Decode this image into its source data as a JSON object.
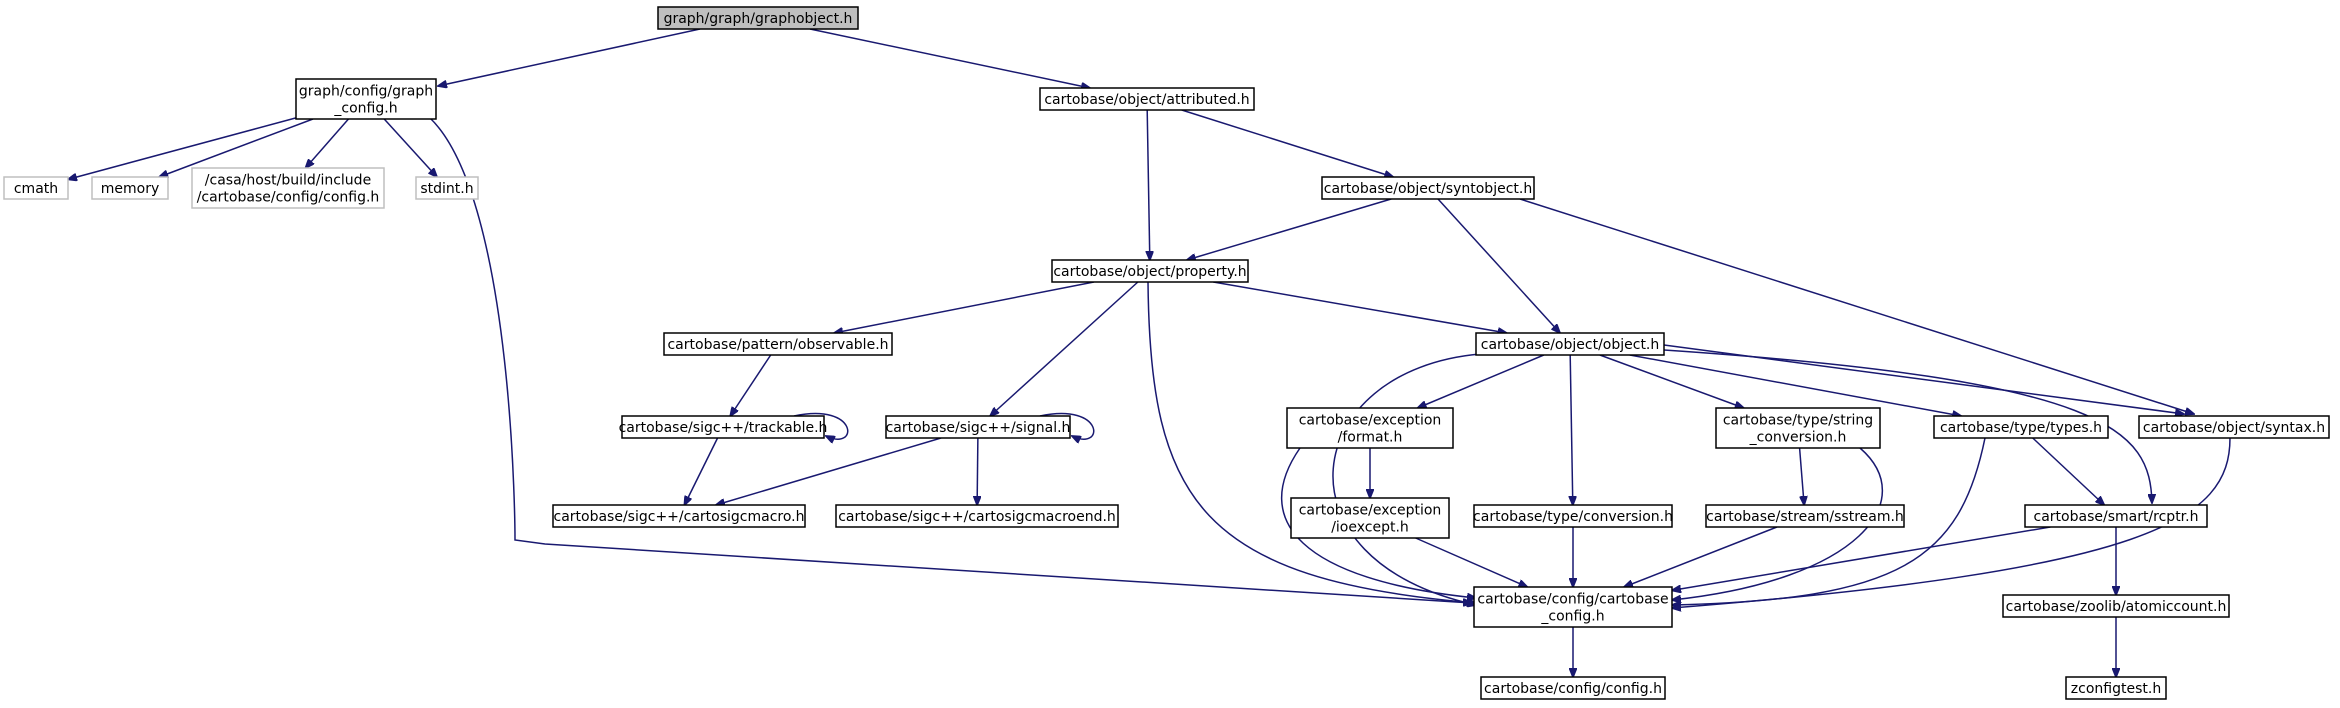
{
  "diagram": {
    "colors": {
      "edge": "#191970",
      "root_fill": "#bfbfbf",
      "external_border": "#bfbfbf",
      "node_border": "#000000"
    },
    "nodes": {
      "graphobject": {
        "lines": [
          "graph/graph/graphobject.h"
        ],
        "root": true
      },
      "graph_config": {
        "lines": [
          "graph/config/graph",
          "_config.h"
        ]
      },
      "attributed": {
        "lines": [
          "cartobase/object/attributed.h"
        ]
      },
      "cmath": {
        "lines": [
          "cmath"
        ],
        "external": true
      },
      "memory": {
        "lines": [
          "memory"
        ],
        "external": true
      },
      "casa_config": {
        "lines": [
          "/casa/host/build/include",
          "/cartobase/config/config.h"
        ],
        "external": true
      },
      "stdint": {
        "lines": [
          "stdint.h"
        ],
        "external": true
      },
      "syntobject": {
        "lines": [
          "cartobase/object/syntobject.h"
        ]
      },
      "property": {
        "lines": [
          "cartobase/object/property.h"
        ]
      },
      "observable": {
        "lines": [
          "cartobase/pattern/observable.h"
        ]
      },
      "object": {
        "lines": [
          "cartobase/object/object.h"
        ]
      },
      "trackable": {
        "lines": [
          "cartobase/sigc++/trackable.h"
        ]
      },
      "signal": {
        "lines": [
          "cartobase/sigc++/signal.h"
        ]
      },
      "format": {
        "lines": [
          "cartobase/exception",
          "/format.h"
        ]
      },
      "string_conversion": {
        "lines": [
          "cartobase/type/string",
          "_conversion.h"
        ]
      },
      "types": {
        "lines": [
          "cartobase/type/types.h"
        ]
      },
      "syntax": {
        "lines": [
          "cartobase/object/syntax.h"
        ]
      },
      "cartosigcmacro": {
        "lines": [
          "cartobase/sigc++/cartosigcmacro.h"
        ]
      },
      "cartosigcmacroend": {
        "lines": [
          "cartobase/sigc++/cartosigcmacroend.h"
        ]
      },
      "ioexcept": {
        "lines": [
          "cartobase/exception",
          "/ioexcept.h"
        ]
      },
      "conversion": {
        "lines": [
          "cartobase/type/conversion.h"
        ]
      },
      "sstream": {
        "lines": [
          "cartobase/stream/sstream.h"
        ]
      },
      "rcptr": {
        "lines": [
          "cartobase/smart/rcptr.h"
        ]
      },
      "cartobase_config": {
        "lines": [
          "cartobase/config/cartobase",
          "_config.h"
        ]
      },
      "atomiccount": {
        "lines": [
          "cartobase/zoolib/atomiccount.h"
        ]
      },
      "config": {
        "lines": [
          "cartobase/config/config.h"
        ]
      },
      "zconfigtest": {
        "lines": [
          "zconfigtest.h"
        ]
      }
    },
    "edges": [
      [
        "graphobject",
        "graph_config"
      ],
      [
        "graphobject",
        "attributed"
      ],
      [
        "graph_config",
        "cmath"
      ],
      [
        "graph_config",
        "memory"
      ],
      [
        "graph_config",
        "casa_config"
      ],
      [
        "graph_config",
        "stdint"
      ],
      [
        "graph_config",
        "cartobase_config"
      ],
      [
        "attributed",
        "syntobject"
      ],
      [
        "attributed",
        "property"
      ],
      [
        "syntobject",
        "property"
      ],
      [
        "syntobject",
        "object"
      ],
      [
        "syntobject",
        "syntax"
      ],
      [
        "property",
        "observable"
      ],
      [
        "property",
        "object"
      ],
      [
        "property",
        "signal"
      ],
      [
        "property",
        "cartobase_config"
      ],
      [
        "observable",
        "trackable"
      ],
      [
        "trackable",
        "trackable"
      ],
      [
        "trackable",
        "cartosigcmacro"
      ],
      [
        "signal",
        "signal"
      ],
      [
        "signal",
        "cartosigcmacro"
      ],
      [
        "signal",
        "cartosigcmacroend"
      ],
      [
        "object",
        "format"
      ],
      [
        "object",
        "string_conversion"
      ],
      [
        "object",
        "types"
      ],
      [
        "object",
        "syntax"
      ],
      [
        "object",
        "conversion"
      ],
      [
        "object",
        "rcptr"
      ],
      [
        "object",
        "cartobase_config"
      ],
      [
        "format",
        "ioexcept"
      ],
      [
        "format",
        "cartobase_config"
      ],
      [
        "ioexcept",
        "cartobase_config"
      ],
      [
        "string_conversion",
        "sstream"
      ],
      [
        "string_conversion",
        "cartobase_config"
      ],
      [
        "types",
        "rcptr"
      ],
      [
        "types",
        "cartobase_config"
      ],
      [
        "syntax",
        "cartobase_config"
      ],
      [
        "conversion",
        "cartobase_config"
      ],
      [
        "sstream",
        "cartobase_config"
      ],
      [
        "rcptr",
        "cartobase_config"
      ],
      [
        "rcptr",
        "atomiccount"
      ],
      [
        "atomiccount",
        "zconfigtest"
      ],
      [
        "cartobase_config",
        "config"
      ]
    ]
  }
}
